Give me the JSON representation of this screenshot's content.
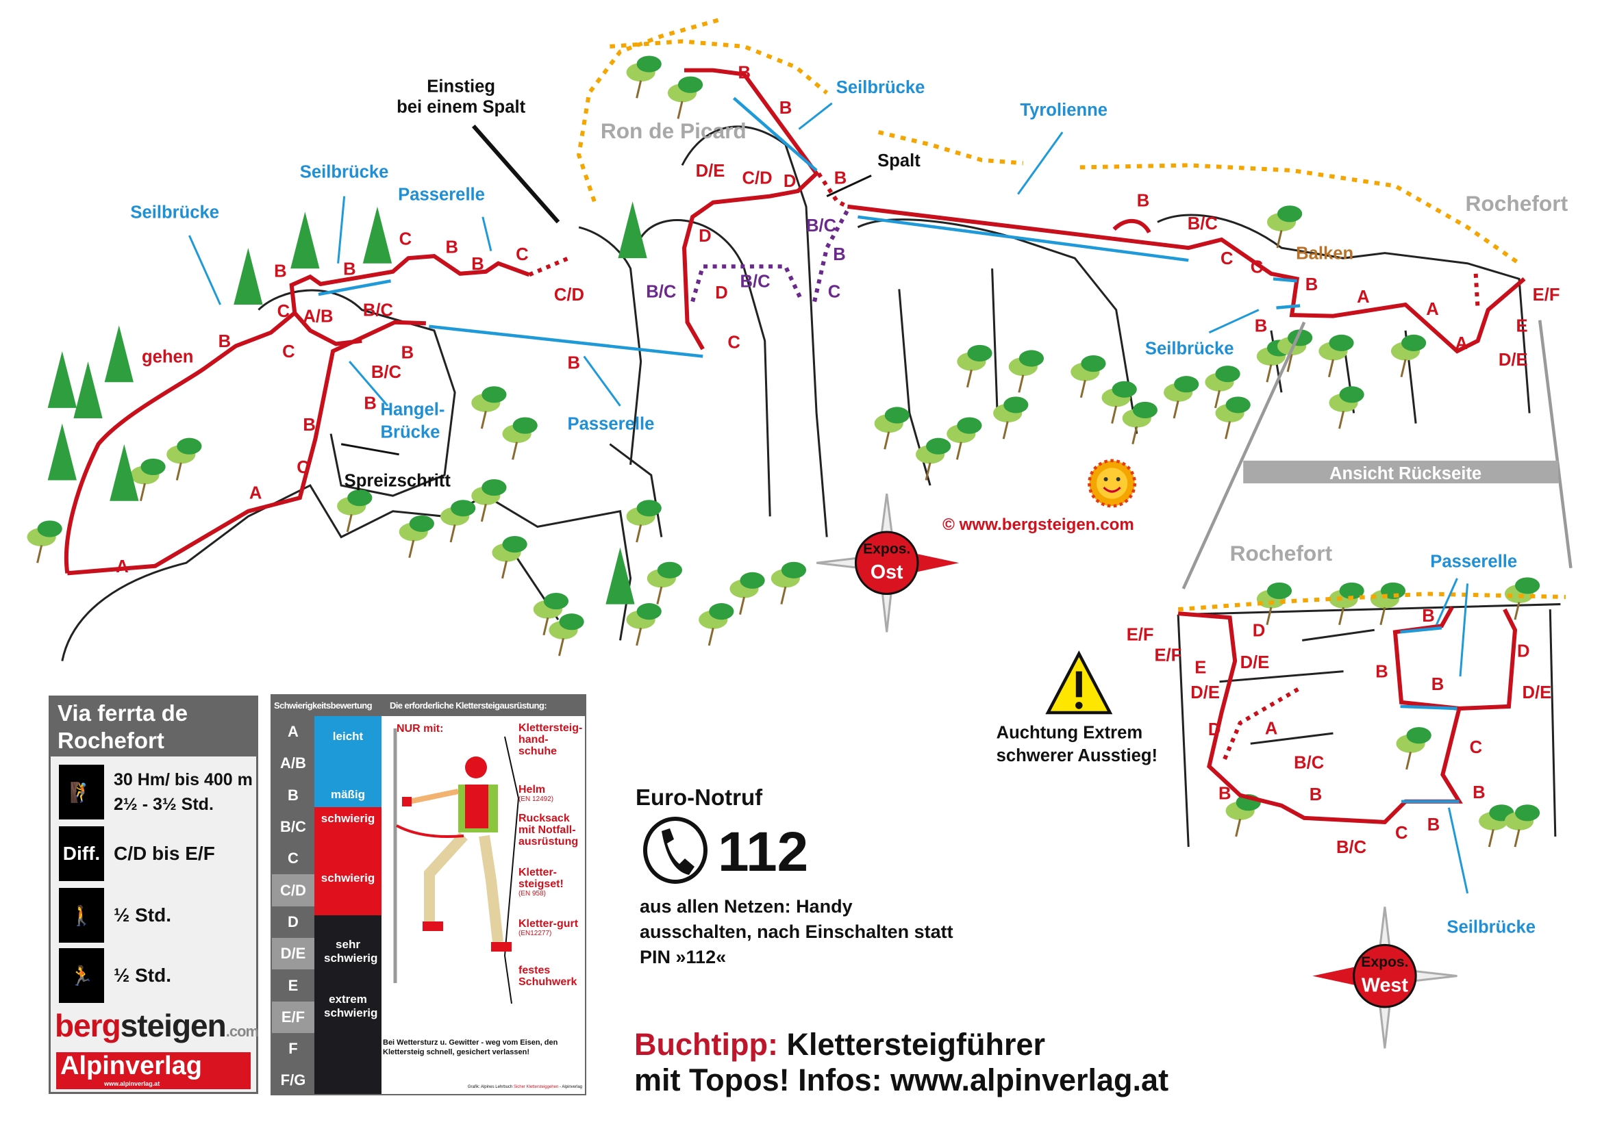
{
  "map": {
    "route_grades": [
      "A",
      "A",
      "C",
      "B",
      "B",
      "B/C",
      "B",
      "B",
      "C",
      "C",
      "A/B",
      "B/C",
      "B",
      "B",
      "C",
      "B",
      "B",
      "C",
      "C/D",
      "D/E",
      "C/D",
      "D",
      "B",
      "B",
      "B",
      "D",
      "D",
      "C",
      "B",
      "B/C",
      "B/C",
      "B/C",
      "B",
      "C",
      "B",
      "B/C",
      "C",
      "C",
      "B",
      "B",
      "A",
      "A",
      "A",
      "E/F",
      "E",
      "D/E",
      "E/F",
      "E/F",
      "E",
      "D/E",
      "D",
      "D/E",
      "D",
      "A",
      "B/C",
      "B",
      "B",
      "B/C",
      "C",
      "B",
      "B",
      "C",
      "B",
      "B",
      "B",
      "D",
      "D/E"
    ],
    "gehen": "gehen",
    "bridges": [
      "Seilbrücke",
      "Seilbrücke",
      "Passerelle",
      "Seilbrücke",
      "Tyrolienne",
      "Seilbrücke",
      "Passerelle",
      "Hangel-",
      "Brücke",
      "Passerelle",
      "Seilbrücke"
    ],
    "places": {
      "ron_de_picard": "Ron de Picard",
      "rochefort_front": "Rochefort",
      "rochefort_rear": "Rochefort"
    },
    "einstieg": [
      "Einstieg",
      "bei einem Spalt"
    ],
    "spalt": "Spalt",
    "spreizschritt": "Spreizschritt",
    "balken": "Balken",
    "copyright": "©  www.bergsteigen.com",
    "rear_view_banner": "Ansicht Rückseite",
    "warning": [
      "Auchtung Extrem",
      "schwerer Ausstieg!"
    ],
    "compass_east": [
      "Expos.",
      "Ost"
    ],
    "compass_west": [
      "Expos.",
      "West"
    ]
  },
  "legend": {
    "title": [
      "Via ferrta de",
      "Rochefort"
    ],
    "ascent": [
      "30 Hm/ bis 400 m",
      "2½ - 3½ Std."
    ],
    "diff_badge": "Diff.",
    "difficulty": "C/D bis E/F",
    "approach": "½ Std.",
    "descent": "½ Std.",
    "logo_bergsteigen": [
      "berg",
      "steigen",
      ".com"
    ],
    "logo_alpinverlag": [
      "Alpinverlag",
      "www.alpinverlag.at"
    ]
  },
  "difficulty_panel": {
    "header_left": "Schwierigkeitsbewertung",
    "header_right": "Die erforderliche Klettersteigausrüstung:",
    "grades": [
      "A",
      "A/B",
      "B",
      "B/C",
      "C",
      "C/D",
      "D",
      "D/E",
      "E",
      "E/F",
      "F",
      "F/G"
    ],
    "categories": [
      "leicht",
      "mäßig",
      "schwierig",
      "schwierig",
      "sehr schwierig",
      "extrem schwierig"
    ],
    "nur_mit": "NUR mit:",
    "equipment": [
      {
        "name": "Klettersteig-hand-schuhe",
        "norm": ""
      },
      {
        "name": "Helm",
        "norm": "(EN 12492)"
      },
      {
        "name": "Rucksack mit Notfall-ausrüstung",
        "norm": ""
      },
      {
        "name": "Kletter-steigset!",
        "norm": "(EN 958)"
      },
      {
        "name": "Kletter-gurt",
        "norm": "(EN12277)"
      },
      {
        "name": "festes Schuhwerk",
        "norm": ""
      }
    ],
    "warning": "Bei Wettersturz u. Gewitter - weg vom Eisen, den Klettersteig schnell, gesichert verlassen!",
    "credit_prefix": "Grafik: Alpines Lehrbuch ",
    "credit_book": "Sicher Klettersteiggehen",
    "credit_suffix": " - Alpinverlag"
  },
  "notruf": {
    "title": "Euro-Notruf",
    "number": "112",
    "text": "aus allen Netzen: Handy ausschalten, nach Einschalten statt PIN »112«"
  },
  "buchtipp": {
    "label": "Buchtipp:",
    "line1": " Klettersteigführer",
    "line2": "mit Topos! Infos: www.alpinverlag.at"
  },
  "colors": {
    "route": "#c8101c",
    "bridge": "#1f9ad8",
    "purple": "#6a2a8c",
    "orange": "#f5a500",
    "tree": "#2e9e3e"
  }
}
